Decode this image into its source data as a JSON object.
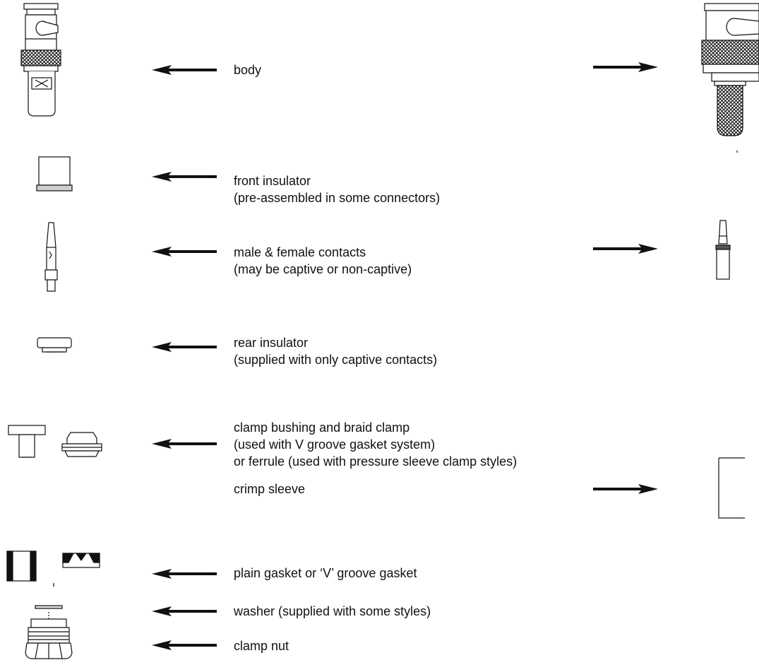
{
  "parts": [
    {
      "id": "body",
      "lines": [
        "body"
      ],
      "arrow_left": true,
      "arrow_right": true
    },
    {
      "id": "front-insulator",
      "lines": [
        "front insulator",
        "(pre-assembled in some connectors)"
      ],
      "arrow_left": true,
      "arrow_right": false
    },
    {
      "id": "contacts",
      "lines": [
        "male & female contacts",
        "(may be captive or non-captive)"
      ],
      "arrow_left": true,
      "arrow_right": true
    },
    {
      "id": "rear-insulator",
      "lines": [
        "rear insulator",
        "(supplied with only captive contacts)"
      ],
      "arrow_left": true,
      "arrow_right": false
    },
    {
      "id": "clamp-bushing",
      "lines": [
        "clamp bushing and braid clamp",
        "(used with V groove gasket system)",
        "or ferrule (used with pressure sleeve clamp styles)"
      ],
      "arrow_left": true,
      "arrow_right": false
    },
    {
      "id": "crimp-sleeve",
      "lines": [
        "crimp sleeve"
      ],
      "arrow_left": false,
      "arrow_right": true
    },
    {
      "id": "gasket",
      "lines": [
        "plain gasket or ‘V’ groove gasket"
      ],
      "arrow_left": true,
      "arrow_right": false
    },
    {
      "id": "washer",
      "lines": [
        "washer (supplied with some styles)"
      ],
      "arrow_left": true,
      "arrow_right": false
    },
    {
      "id": "clamp-nut",
      "lines": [
        "clamp nut"
      ],
      "arrow_left": true,
      "arrow_right": false
    }
  ]
}
